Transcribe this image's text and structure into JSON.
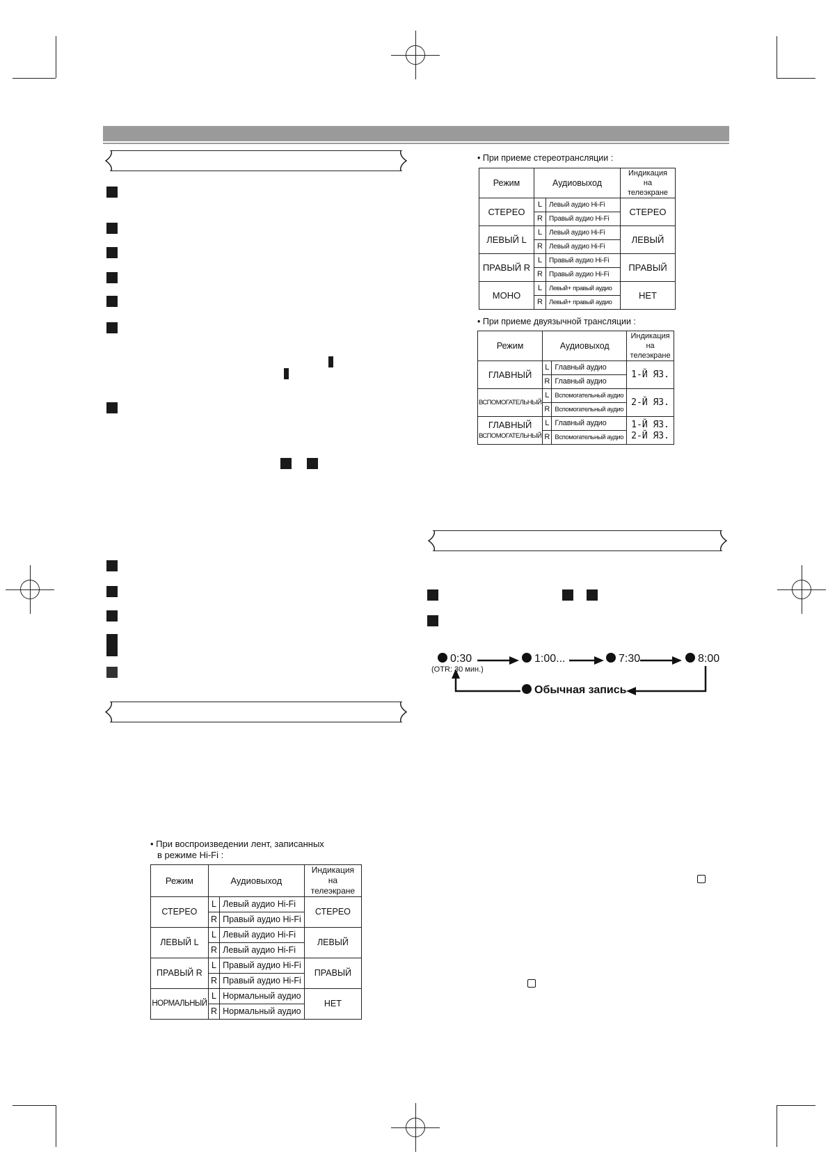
{
  "stereo_table": {
    "caption": "• При приеме стереотрансляции :",
    "headers": [
      "Режим",
      "Аудиовыход",
      "Индикация на телеэкране"
    ],
    "rows": [
      {
        "mode": "СТЕРЕО",
        "l": "Левый аудио Hi-Fi",
        "r": "Правый аудио Hi-Fi",
        "indication": "СТЕРЕО"
      },
      {
        "mode": "ЛЕВЫЙ L",
        "l": "Левый аудио Hi-Fi",
        "r": "Левый аудио Hi-Fi",
        "indication": "ЛЕВЫЙ"
      },
      {
        "mode": "ПРАВЫЙ R",
        "l": "Правый аудио Hi-Fi",
        "r": "Правый аудио Hi-Fi",
        "indication": "ПРАВЫЙ"
      },
      {
        "mode": "МОНО",
        "l": "Левый+ правый аудио",
        "r": "Левый+ правый аудио",
        "indication": "НЕТ"
      }
    ]
  },
  "bilingual_table": {
    "caption": "• При приеме двуязычной трансляции :",
    "headers": [
      "Режим",
      "Аудиовыход",
      "Индикация на телеэкране"
    ],
    "rows": [
      {
        "mode": "ГЛАВНЫЙ",
        "l": "Главный аудио",
        "r": "Главный аудио",
        "indication": "1-Й ЯЗ."
      },
      {
        "mode": "ВСПОМОГАТЕЛЬНЫЙ",
        "l": "Вспомогательный аудио",
        "r": "Вспомогательный аудио",
        "indication": "2-Й ЯЗ."
      },
      {
        "mode_1": "ГЛАВНЫЙ",
        "mode_2": "ВСПОМОГАТЕЛЬНЫЙ",
        "l": "Главный аудио",
        "r": "Вспомогательный аудио",
        "indication_1": "1-Й ЯЗ.",
        "indication_2": "2-Й ЯЗ."
      }
    ]
  },
  "hifi_table": {
    "caption_1": "• При воспроизведении лент, записанных",
    "caption_2": "в режиме Hi-Fi :",
    "headers": [
      "Режим",
      "Аудиовыход",
      "Индикация на телеэкране"
    ],
    "rows": [
      {
        "mode": "СТЕРЕО",
        "l": "Левый аудио Hi-Fi",
        "r": "Правый аудио Hi-Fi",
        "indication": "СТЕРЕО"
      },
      {
        "mode": "ЛЕВЫЙ L",
        "l": "Левый аудио Hi-Fi",
        "r": "Левый аудио Hi-Fi",
        "indication": "ЛЕВЫЙ"
      },
      {
        "mode": "ПРАВЫЙ R",
        "l": "Правый аудио Hi-Fi",
        "r": "Правый аудио Hi-Fi",
        "indication": "ПРАВЫЙ"
      },
      {
        "mode": "НОРМАЛЬНЫЙ",
        "l": "Нормальный аудио",
        "r": "Нормальный аудио",
        "indication": "НЕТ"
      }
    ]
  },
  "channel_labels": {
    "left": "L",
    "right": "R"
  },
  "otr_flow": {
    "steps": [
      "0:30",
      "1:00...",
      "7:30",
      "8:00"
    ],
    "note": "(OTR: 30 мин.)",
    "return_label": "Обычная запись"
  }
}
